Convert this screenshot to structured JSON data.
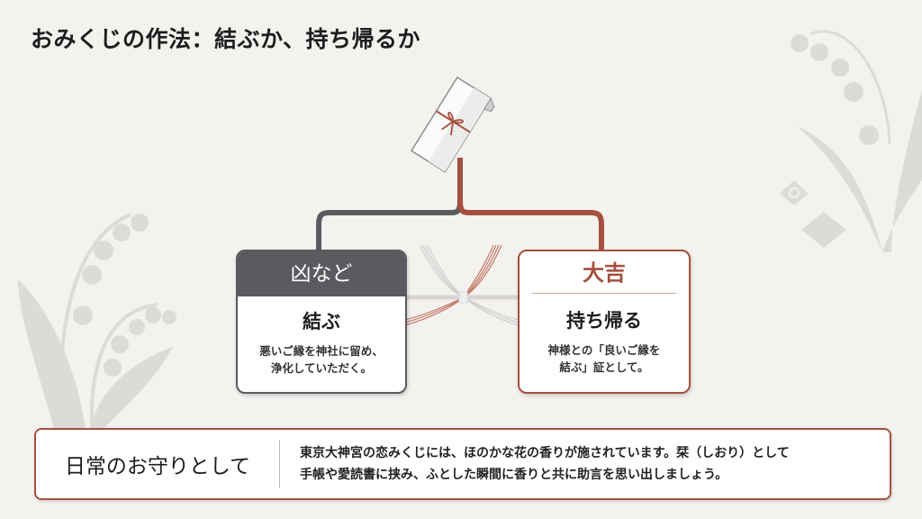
{
  "title": "おみくじの作法：結ぶか、持ち帰るか",
  "colors": {
    "background": "#f3f2ee",
    "accent_red": "#a5503e",
    "accent_gray": "#5b5a5f",
    "decoration": "#dcdbd8"
  },
  "icons": {
    "omikuji": "rolled-omikuji-paper-icon",
    "knot": "mizuhiki-knot-icon",
    "flower": "lily-of-the-valley-icon"
  },
  "left_card": {
    "heading": "凶など",
    "action": "結ぶ",
    "description_line1": "悪いご縁を神社に留め、",
    "description_line2": "浄化していただく。"
  },
  "right_card": {
    "heading": "大吉",
    "action": "持ち帰る",
    "description_line1": "神様との「良いご縁を",
    "description_line2": "結ぶ」証として。"
  },
  "footer": {
    "heading": "日常のお守りとして",
    "body_line1": "東京大神宮の恋みくじには、ほのかな花の香りが施されています。栞（しおり）として",
    "body_line2": "手帳や愛読書に挟み、ふとした瞬間に香りと共に助言を思い出しましょう。"
  }
}
